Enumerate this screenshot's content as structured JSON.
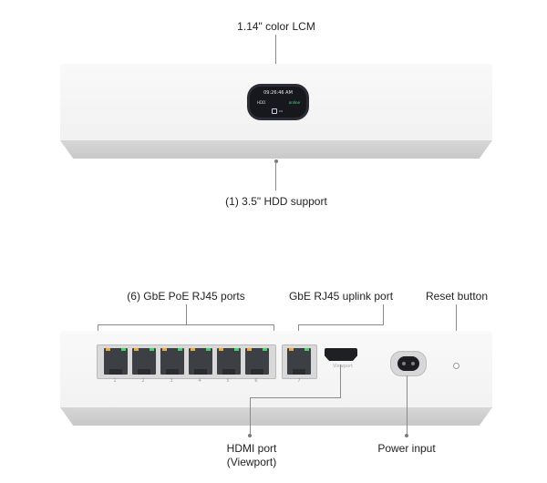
{
  "callouts": {
    "lcm": "1.14\" color LCM",
    "hdd": "(1) 3.5\" HDD support",
    "poe_ports": "(6) GbE PoE RJ45 ports",
    "uplink_port": "GbE RJ45 uplink port",
    "reset_button": "Reset button",
    "hdmi_port_line1": "HDMI port",
    "hdmi_port_line2": "(Viewport)",
    "power_input": "Power input"
  },
  "lcm_screen": {
    "time": "09:26:46 AM",
    "status_left": "HDD",
    "status_right": "online"
  },
  "port_numbers": [
    "1",
    "2",
    "3",
    "4",
    "5",
    "6",
    "7"
  ],
  "hdmi_small_label": "Viewport",
  "colors": {
    "led_amber": "#f0a83a",
    "led_green": "#44d56a",
    "device_body": "#f6f6f6"
  }
}
